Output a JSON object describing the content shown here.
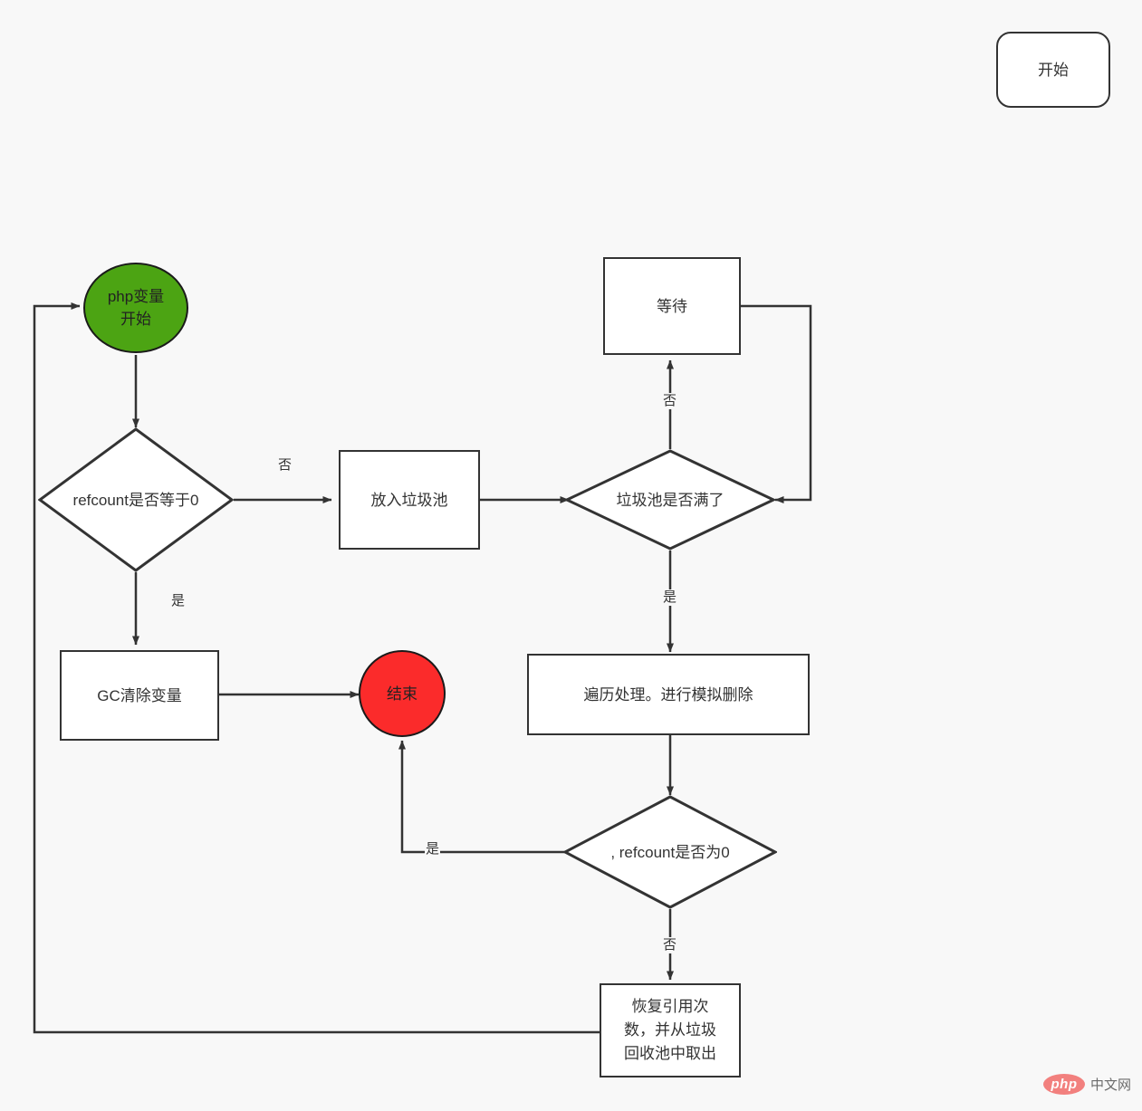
{
  "diagram": {
    "title_node": "开始",
    "background_color": "#f8f8f8",
    "nodes": {
      "start_rounded": "开始",
      "php_var_start": "php变量开始",
      "refcount_zero_decision": "refcount是否等于0",
      "put_into_pool": "放入垃圾池",
      "pool_full_decision": "垃圾池是否满了",
      "wait": "等待",
      "gc_clear_var": "GC清除变量",
      "end": "结束",
      "traverse_simulate_delete": "遍历处理。进行模拟删除",
      "refcount_is_zero_decision": ", refcount是否为0",
      "restore_refcount_line1": "恢复引用次",
      "restore_refcount_line2": "数，并从垃圾",
      "restore_refcount_line3": "回收池中取出"
    },
    "edge_labels": {
      "refcount_no": "否",
      "refcount_yes": "是",
      "pool_full_no": "否",
      "pool_full_yes": "是",
      "refcount_is_zero_yes": "是",
      "refcount_is_zero_no": "否"
    },
    "colors": {
      "start_fill": "#4ca413",
      "end_fill": "#fb2b2b",
      "stroke": "#333333",
      "node_fill": "#ffffff"
    }
  },
  "watermark": {
    "logo_text": "php",
    "label": "中文网"
  }
}
